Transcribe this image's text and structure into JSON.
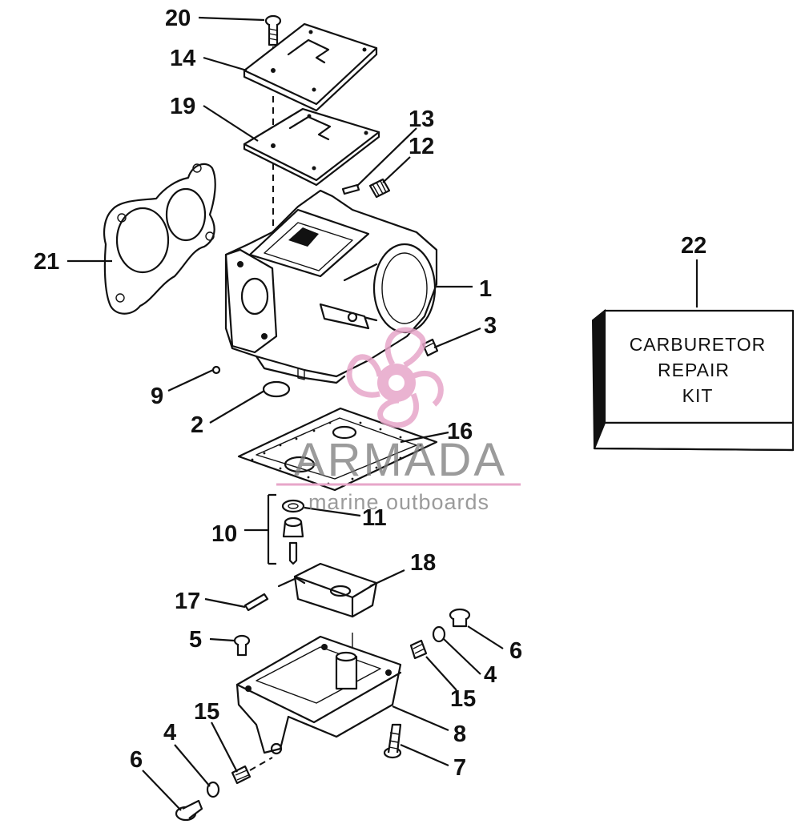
{
  "callouts": {
    "c1": "1",
    "c2": "2",
    "c3": "3",
    "c4a": "4",
    "c4b": "4",
    "c5": "5",
    "c6a": "6",
    "c6b": "6",
    "c7": "7",
    "c8": "8",
    "c9": "9",
    "c10": "10",
    "c11": "11",
    "c12": "12",
    "c13": "13",
    "c14": "14",
    "c15a": "15",
    "c15b": "15",
    "c16": "16",
    "c17": "17",
    "c18": "18",
    "c19": "19",
    "c20": "20",
    "c21": "21",
    "c22": "22"
  },
  "kit": {
    "line1": "CARBURETOR",
    "line2": "REPAIR",
    "line3": "KIT"
  },
  "watermark": {
    "brand": "ARMADA",
    "tagline": "marine outboards",
    "color_logo": "#e7a6c9",
    "color_text": "#7a7a7a"
  }
}
